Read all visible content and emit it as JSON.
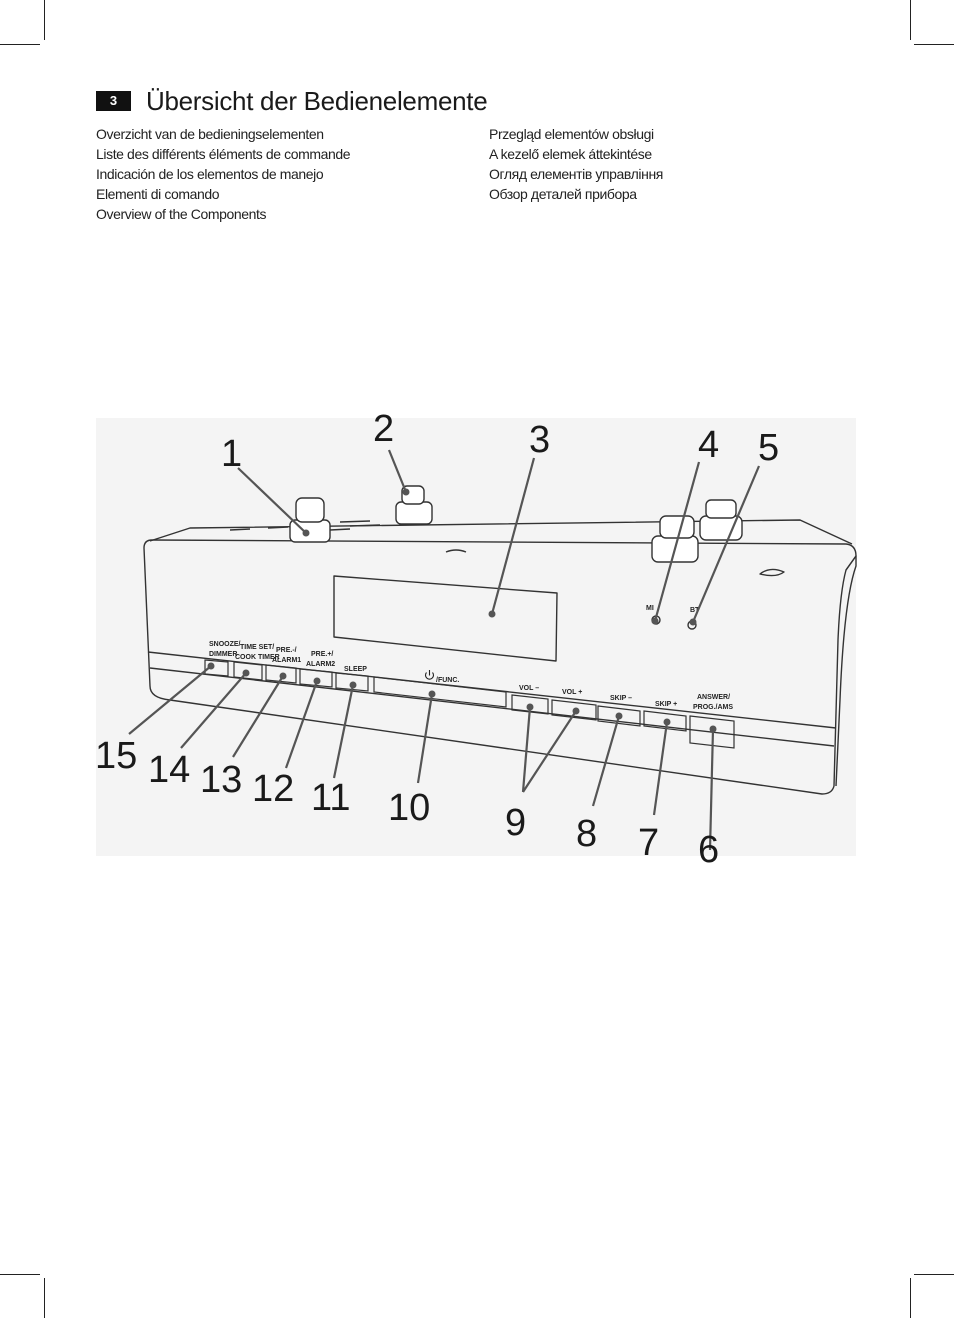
{
  "section": {
    "number": "3",
    "title": "Übersicht der Bedienelemente"
  },
  "translations_left": [
    "Overzicht van de bedieningselementen",
    "Liste des différents éléments de commande",
    "Indicación de los elementos de manejo",
    "Elementi di comando",
    "Overview of the Components"
  ],
  "translations_right": [
    "Przegląd elementów obsługi",
    "A kezelő elemek áttekintése",
    "Огляд елементів управління",
    "Обзор деталей прибора"
  ],
  "device_labels": {
    "snooze_1": "SNOOZE/",
    "snooze_2": "DIMMER",
    "timeset_1": "TIME SET/",
    "timeset_2": "COOK TIMER",
    "pre_minus_1": "PRE.-/",
    "pre_minus_2": "ALARM1",
    "pre_plus_1": "PRE.+/",
    "pre_plus_2": "ALARM2",
    "sleep": "SLEEP",
    "func": "/FUNC.",
    "vol_minus": "VOL –",
    "vol_plus": "VOL +",
    "skip_minus": "SKIP –",
    "skip_plus": "SKIP +",
    "answer_1": "ANSWER/",
    "answer_2": "PROG./AMS",
    "mic": "MI",
    "bt": "BT"
  },
  "callouts": [
    "1",
    "2",
    "3",
    "4",
    "5",
    "6",
    "7",
    "8",
    "9",
    "10",
    "11",
    "12",
    "13",
    "14",
    "15"
  ]
}
